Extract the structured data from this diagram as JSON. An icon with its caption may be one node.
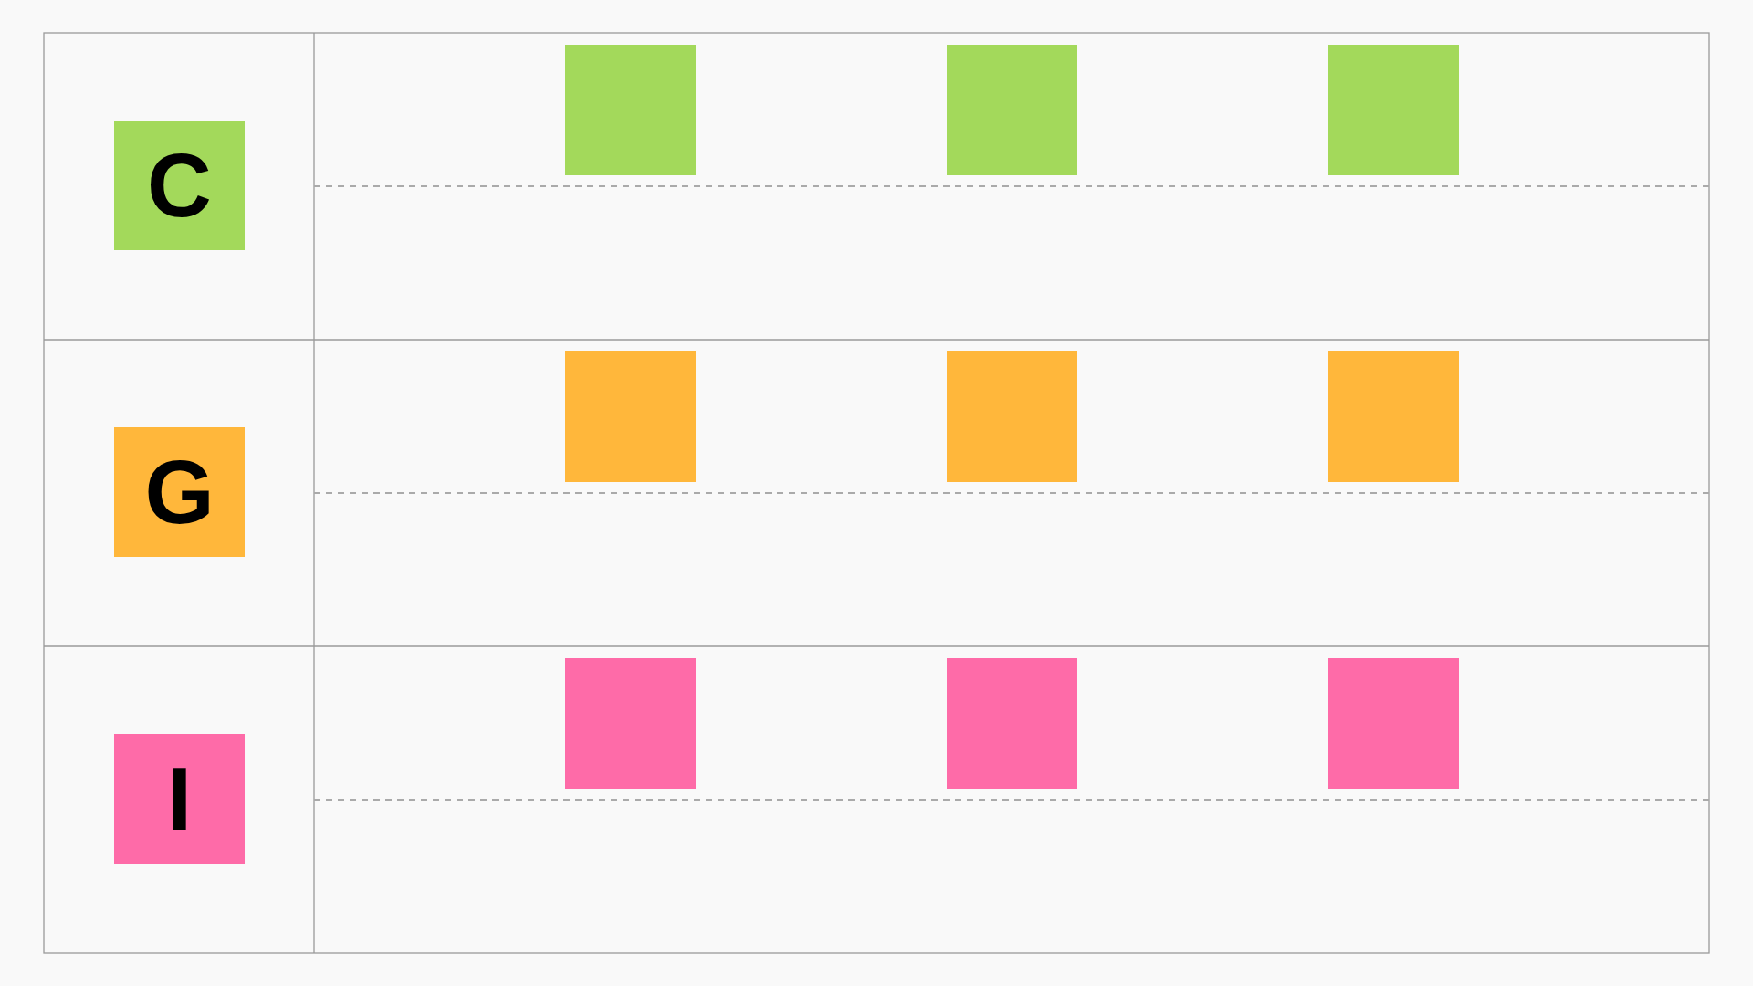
{
  "diagram": {
    "nodes": [
      {
        "text": [
          "C"
        ]
      },
      {
        "text": [],
        "shape": "box"
      },
      {
        "text": [],
        "shape": "box"
      },
      {
        "text": [],
        "shape": "box"
      },
      {
        "text": [
          "G"
        ]
      },
      {
        "text": [],
        "shape": "box"
      },
      {
        "text": [],
        "shape": "box"
      },
      {
        "text": [],
        "shape": "box"
      },
      {
        "text": [
          "I"
        ]
      },
      {
        "text": [],
        "shape": "box"
      },
      {
        "text": [],
        "shape": "box"
      },
      {
        "text": [],
        "shape": "box"
      }
    ]
  }
}
